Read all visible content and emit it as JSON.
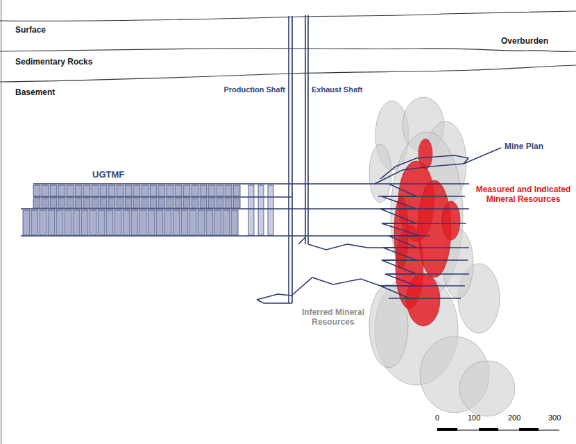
{
  "diagram": {
    "labels": [
      "Surface",
      "Overburden",
      "Sedimentary Rocks",
      "Basement",
      "Production Shaft",
      "Exhaust Shaft",
      "UGTMF",
      "Mine Plan",
      "Measured and Indicated Mineral Resources",
      "Inferred Mineral Resources",
      "0",
      "100",
      "200",
      "300"
    ]
  }
}
